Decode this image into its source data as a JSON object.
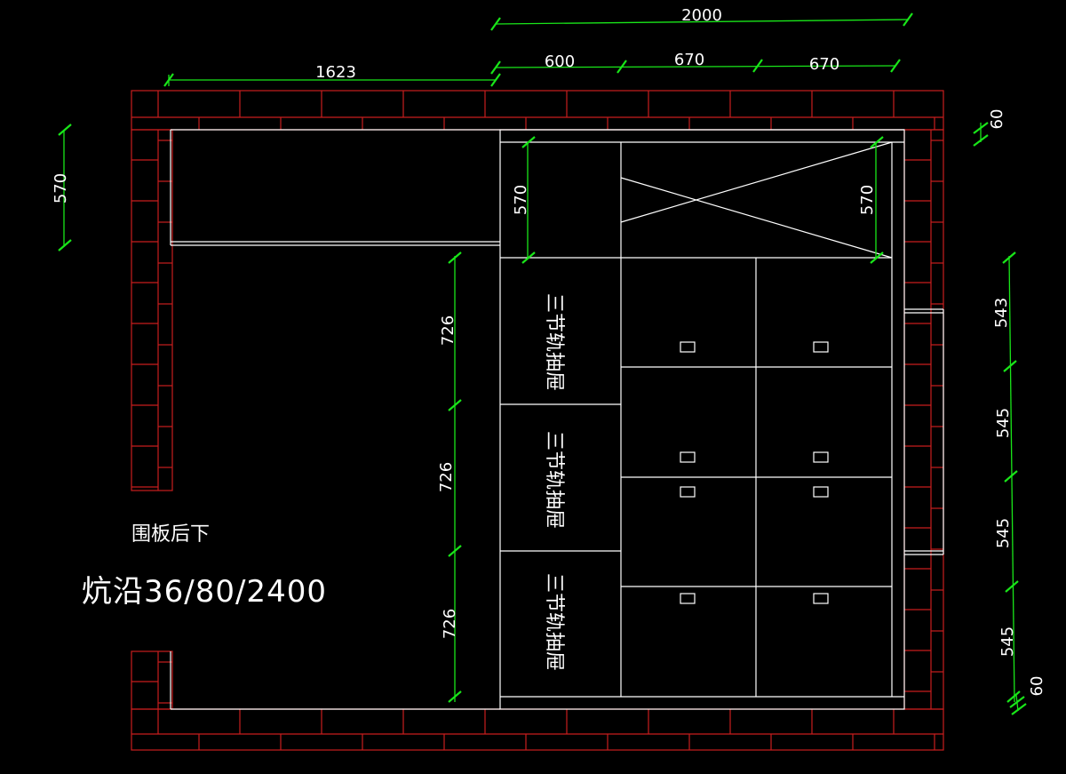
{
  "dimensions": {
    "top_total": "2000",
    "top_left_width": "1623",
    "top_segments": [
      "600",
      "670",
      "670"
    ],
    "left_height": "570",
    "upper_inner_left": "570",
    "upper_inner_right": "570",
    "right_top": "60",
    "right_segments": [
      "543",
      "545",
      "545",
      "545"
    ],
    "right_bottom": "60",
    "mid_segments": [
      "726",
      "726",
      "726"
    ]
  },
  "labels": {
    "drawer_label": "三节轨抽屉",
    "note_back": "围板后下",
    "note_spec": "炕沿36/80/2400"
  },
  "colors": {
    "background": "#000000",
    "dimension": "#19e619",
    "wall": "#c81e1e",
    "lines": "#ffffff"
  }
}
